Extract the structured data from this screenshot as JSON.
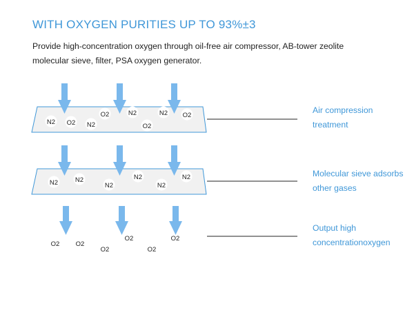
{
  "header": {
    "title": "WITH OXYGEN PURITIES UP TO 93%±3",
    "description_lines": [
      "Provide high-concentration oxygen through oil-free air compressor, AB-tower zeolite",
      "molecular sieve, filter, PSA oxygen generator."
    ]
  },
  "colors": {
    "accent": "#3f97d8",
    "arrow": "#7ab8ec",
    "layer_fill": "#f1f1f1",
    "layer_stroke": "#3f97d8",
    "text": "#222222"
  },
  "stages": [
    {
      "label_lines": [
        "Air compression",
        "treatment"
      ],
      "has_layer": true,
      "molecules": [
        "N2",
        "O2",
        "N2",
        "O2",
        "N2",
        "O2",
        "N2",
        "O2"
      ]
    },
    {
      "label_lines": [
        "Molecular sieve adsorbs",
        "other gases"
      ],
      "has_layer": true,
      "molecules": [
        "N2",
        "N2",
        "N2",
        "N2",
        "N2",
        "N2"
      ]
    },
    {
      "label_lines": [
        "Output high",
        "concentrationoxygen"
      ],
      "has_layer": false,
      "molecules": [
        "O2",
        "O2",
        "O2",
        "O2",
        "O2",
        "O2"
      ]
    }
  ]
}
